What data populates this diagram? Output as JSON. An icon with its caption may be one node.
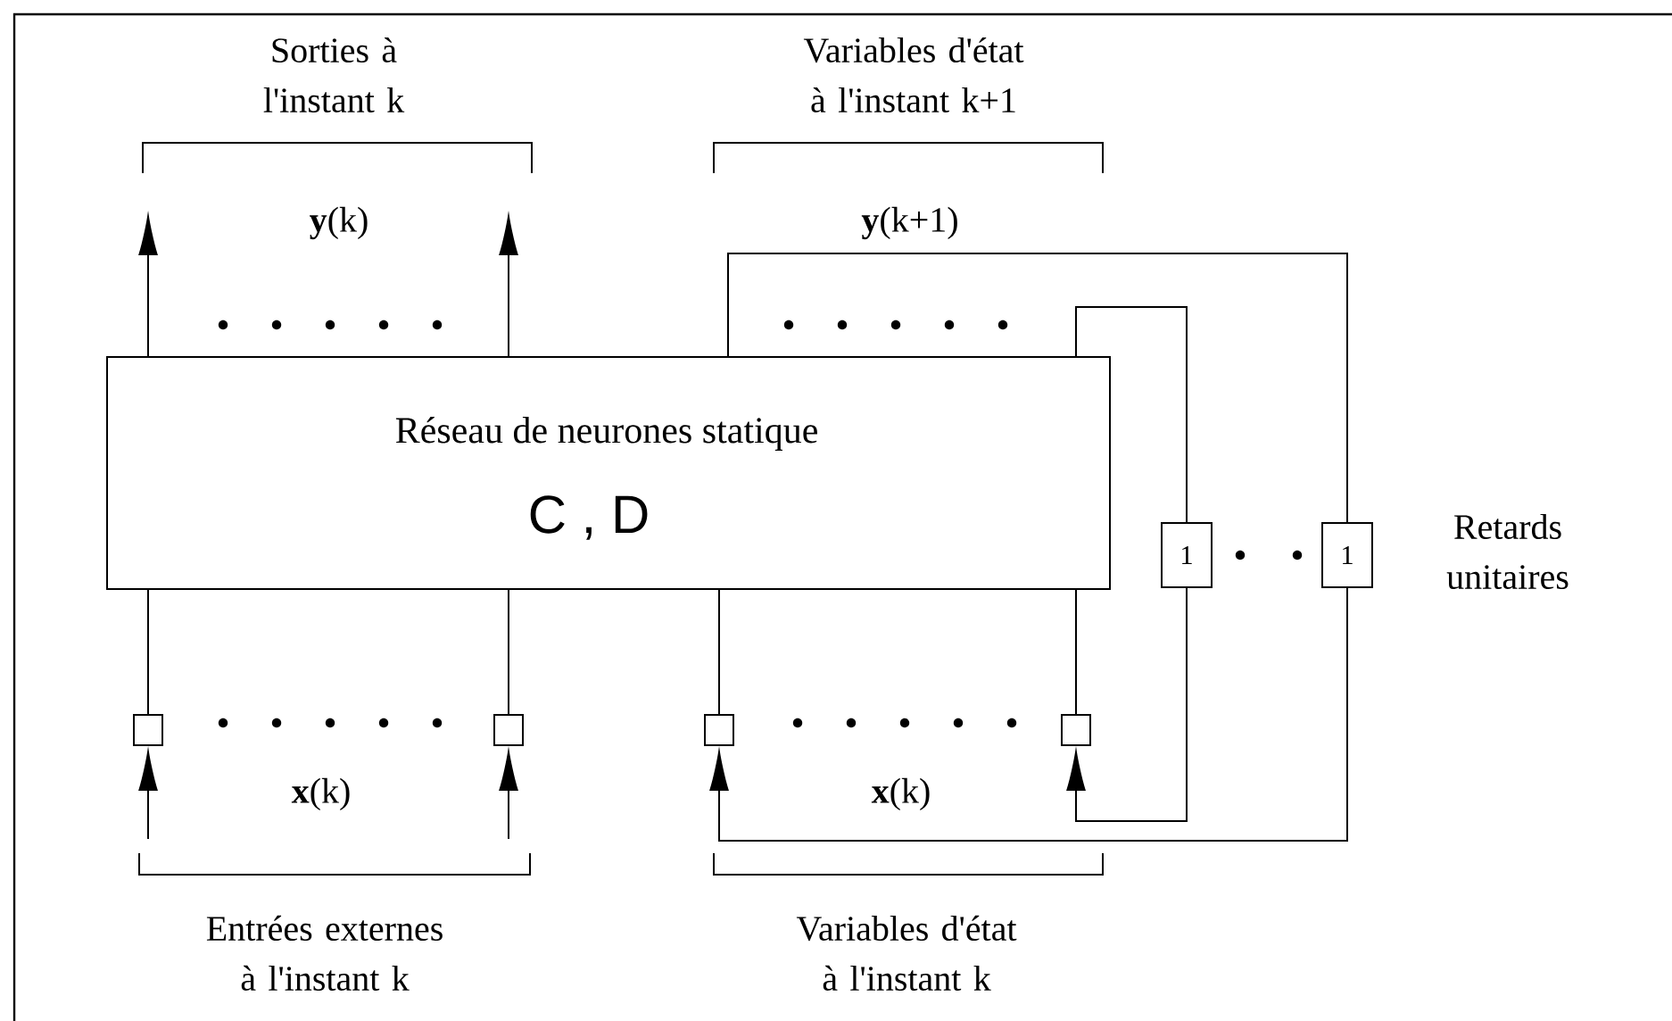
{
  "diagram": {
    "nodes": [
      {
        "text": [
          "Réseau de neurones statique",
          "C  , D"
        ]
      },
      {
        "text": [
          "1"
        ]
      },
      {
        "text": [
          "1"
        ]
      },
      {
        "text": [],
        "shape": "box"
      },
      {
        "text": [],
        "shape": "box"
      },
      {
        "text": [],
        "shape": "box"
      },
      {
        "text": [],
        "shape": "box"
      }
    ],
    "edges": [
      {
        "from": 0,
        "to": null,
        "arrow": "to"
      },
      {
        "from": 0,
        "to": null,
        "arrow": "to"
      },
      {
        "from": null,
        "to": 3,
        "arrow": "to"
      },
      {
        "from": null,
        "to": 4,
        "arrow": "to"
      },
      {
        "from": 3,
        "to": 0,
        "arrow": "none"
      },
      {
        "from": 4,
        "to": 0,
        "arrow": "none"
      },
      {
        "from": 5,
        "to": 0,
        "arrow": "none"
      },
      {
        "from": 6,
        "to": 0,
        "arrow": "none"
      },
      {
        "from": 0,
        "to": 2,
        "arrow": "none"
      },
      {
        "from": 2,
        "to": 5,
        "arrow": "to"
      },
      {
        "from": 0,
        "to": 1,
        "arrow": "none"
      },
      {
        "from": 1,
        "to": 6,
        "arrow": "to"
      }
    ],
    "labels": [
      "Sorties à l'instant k",
      "Variables d'état à l'instant k+1",
      "**y**(k)",
      "**y**(k+1)",
      "Retards unitaires",
      "**x**(k)",
      "**x**(k)",
      "Entrées externes à l'instant k",
      "Variables d'état à l'instant k"
    ]
  }
}
